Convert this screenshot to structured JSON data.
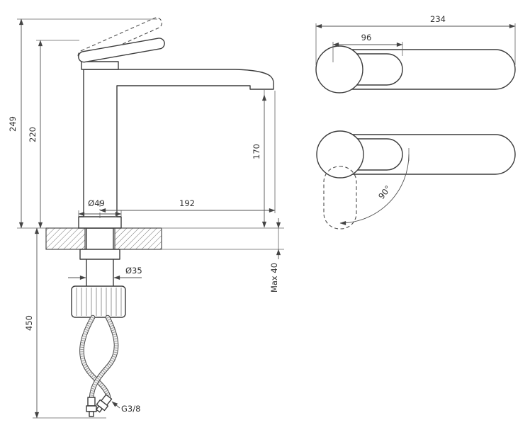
{
  "side_view": {
    "total_height": "249",
    "height_to_handle": "220",
    "spout_height": "170",
    "spout_reach": "192",
    "base_diameter": "Ø49",
    "shank_diameter": "Ø35",
    "max_mounting_thickness": "Max 40",
    "hose_length": "450",
    "connection_thread": "G3/8"
  },
  "top_view": {
    "overall_length": "234",
    "handle_length": "96",
    "handle_swivel_angle": "90°"
  },
  "colors": {
    "line": "#3c3c3c",
    "dimension": "#505050",
    "background": "#ffffff"
  }
}
